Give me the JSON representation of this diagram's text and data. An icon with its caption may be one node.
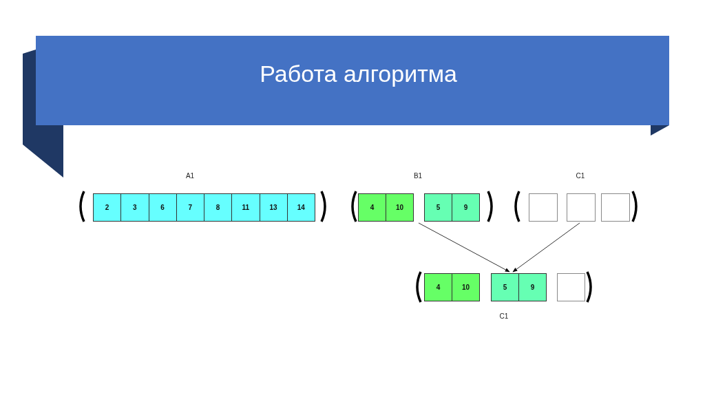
{
  "diagram": {
    "title": "Работа алгоритма",
    "nodes": [
      {
        "text": [
          "A1"
        ]
      },
      {
        "text": [
          "2"
        ],
        "in": 0
      },
      {
        "text": [
          "3"
        ],
        "in": 0
      },
      {
        "text": [
          "6"
        ],
        "in": 0
      },
      {
        "text": [
          "7"
        ],
        "in": 0
      },
      {
        "text": [
          "8"
        ],
        "in": 0
      },
      {
        "text": [
          "11"
        ],
        "in": 0
      },
      {
        "text": [
          "13"
        ],
        "in": 0
      },
      {
        "text": [
          "14"
        ],
        "in": 0
      },
      {
        "text": [
          "B1"
        ]
      },
      {
        "text": [
          "4"
        ],
        "in": 9
      },
      {
        "text": [
          "10"
        ],
        "in": 9
      },
      {
        "text": [
          "5"
        ],
        "in": 9
      },
      {
        "text": [
          "9"
        ],
        "in": 9
      },
      {
        "text": [
          "C1"
        ]
      },
      {
        "text": [],
        "shape": "box",
        "in": 14
      },
      {
        "text": [],
        "shape": "box",
        "in": 14
      },
      {
        "text": [],
        "shape": "box",
        "in": 14
      },
      {
        "text": [
          "C1"
        ]
      },
      {
        "text": [
          "4"
        ],
        "in": 18
      },
      {
        "text": [
          "10"
        ],
        "in": 18
      },
      {
        "text": [
          "5"
        ],
        "in": 18
      },
      {
        "text": [
          "9"
        ],
        "in": 18
      },
      {
        "text": [],
        "shape": "box",
        "in": 18
      }
    ],
    "edges": [
      {
        "from": 9,
        "to": 18,
        "arrow": "to"
      },
      {
        "from": 14,
        "to": 18,
        "arrow": "to"
      }
    ]
  }
}
